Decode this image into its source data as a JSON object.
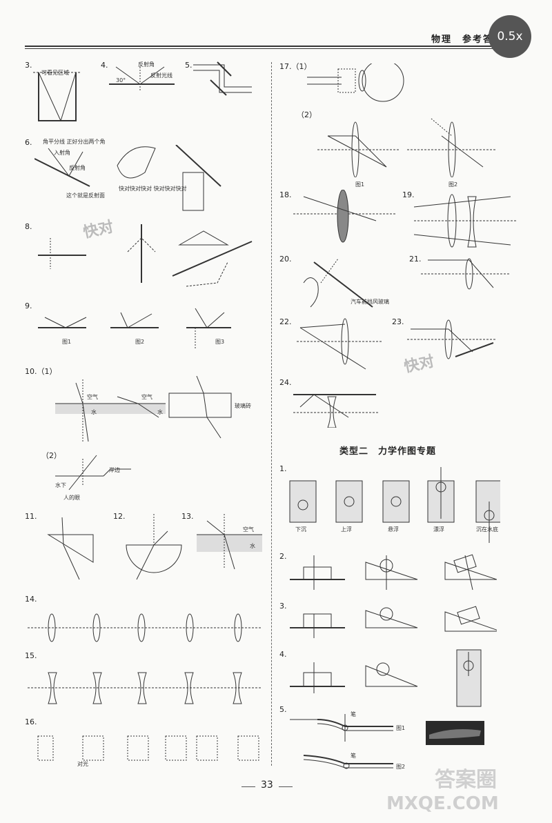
{
  "header": {
    "text": "物理　参考答案",
    "zoom": "0.5x"
  },
  "page_number": "33",
  "section_title": "类型二　力学作图专题",
  "left": {
    "items": [
      {
        "num": "3.",
        "caption": "可看见区域"
      },
      {
        "num": "4.",
        "caption": "反射角",
        "caption2": "反射光线",
        "angle": "30°"
      },
      {
        "num": "5.",
        "caption": ""
      },
      {
        "num": "6.",
        "caption": "角平分线 正好分出两个角",
        "caption2": "入射角",
        "caption3": "反射角",
        "caption4": "这个就是反射面",
        "caption5": "快对快对快对 快对快对快对"
      },
      {
        "num": "8.",
        "caption": ""
      },
      {
        "num": "9.",
        "captions": [
          "图1",
          "图2",
          "图3"
        ]
      },
      {
        "num": "10.（1）",
        "air": "空气",
        "water": "水",
        "glass": "玻璃砖"
      },
      {
        "num": "（2）",
        "shore": "岸边",
        "under": "水下",
        "eye": "人的眼"
      },
      {
        "num": "11."
      },
      {
        "num": "12."
      },
      {
        "num": "13.",
        "air": "空气",
        "water": "水"
      },
      {
        "num": "14."
      },
      {
        "num": "15."
      },
      {
        "num": "16.",
        "caption": "对光"
      }
    ]
  },
  "right": {
    "items": [
      {
        "num": "17.（1）"
      },
      {
        "num": "（2）",
        "captions": [
          "图1",
          "图2"
        ]
      },
      {
        "num": "18."
      },
      {
        "num": "19."
      },
      {
        "num": "20.",
        "caption": "汽车前挡风玻璃"
      },
      {
        "num": "21."
      },
      {
        "num": "22."
      },
      {
        "num": "23."
      },
      {
        "num": "24."
      }
    ],
    "mech": [
      {
        "num": "1.",
        "captions": [
          "下沉",
          "上浮",
          "悬浮",
          "漂浮",
          "沉在水底"
        ]
      },
      {
        "num": "2."
      },
      {
        "num": "3."
      },
      {
        "num": "4."
      },
      {
        "num": "5.",
        "captions": [
          "图1",
          "图2"
        ],
        "pen": "笔"
      }
    ]
  },
  "watermark": {
    "brand": "快对",
    "site": "MXQE.COM",
    "site2": "答案圈"
  }
}
